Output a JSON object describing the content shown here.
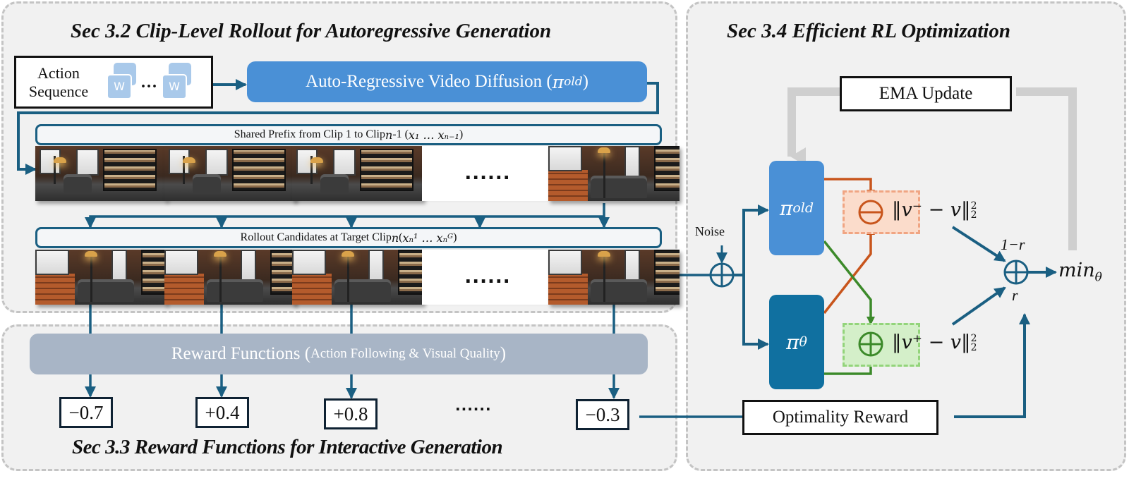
{
  "colors": {
    "teal_arrow": "#1a5f82",
    "pi_old_fill": "#4a90d6",
    "pi_theta_fill": "#1070a0",
    "orange": "#c8551c",
    "green": "#3c8a2a",
    "reward_bar": "#a8b5c6",
    "ema_loop": "#cfcfcf"
  },
  "section_rollout": {
    "title": "Sec 3.2 Clip-Level Rollout for Autoregressive Generation",
    "action_sequence": {
      "label_line1": "Action",
      "label_line2": "Sequence",
      "key_label": "W",
      "ellipsis": "···"
    },
    "model_box": {
      "label": "Auto-Regressive Video Diffusion (",
      "symbol": "π",
      "subscript": "old",
      "close": ")"
    },
    "prefix_bar": {
      "label": "Shared Prefix from Clip 1 to Clip ",
      "var": "n",
      "suffix": "-1  (",
      "math": "x₁ … xₙ₋₁",
      "close": ")"
    },
    "prefix_frames": [
      "frame",
      "frame",
      "frame",
      "ellipsis",
      "frame"
    ],
    "frame_ellipsis": "......",
    "rollout_bar": {
      "label": "Rollout Candidates at Target Clip ",
      "var": "n",
      "open": " (",
      "math": "xₙ¹  …  xₙᴳ",
      "close": ")"
    },
    "rollout_frames": [
      "frame",
      "frame",
      "frame",
      "ellipsis",
      "frame"
    ]
  },
  "section_reward": {
    "title": "Sec 3.3 Reward Functions for Interactive Generation",
    "reward_bar": {
      "main": "Reward Functions (",
      "detail": "Action Following & Visual Quality",
      "close": ")"
    },
    "values": [
      "−0.7",
      "+0.4",
      "+0.8",
      "−0.3"
    ],
    "ellipsis": "......"
  },
  "section_rl": {
    "title": "Sec 3.4 Efficient RL Optimization",
    "ema_update": "EMA Update",
    "noise": "Noise",
    "pi_old": {
      "symbol": "π",
      "subscript": "old"
    },
    "pi_theta": {
      "symbol": "π",
      "subscript": "θ"
    },
    "loss_neg": {
      "text": "‖v⁻",
      "rest": " − v‖",
      "sup": "2",
      "sub": "2"
    },
    "loss_pos": {
      "text": "‖v⁺",
      "rest": " − v‖",
      "sup": "2",
      "sub": "2"
    },
    "weight_top": "1−r",
    "weight_bottom": "r",
    "objective": {
      "text": "min",
      "subscript": "θ"
    },
    "optimality_reward": "Optimality Reward"
  }
}
